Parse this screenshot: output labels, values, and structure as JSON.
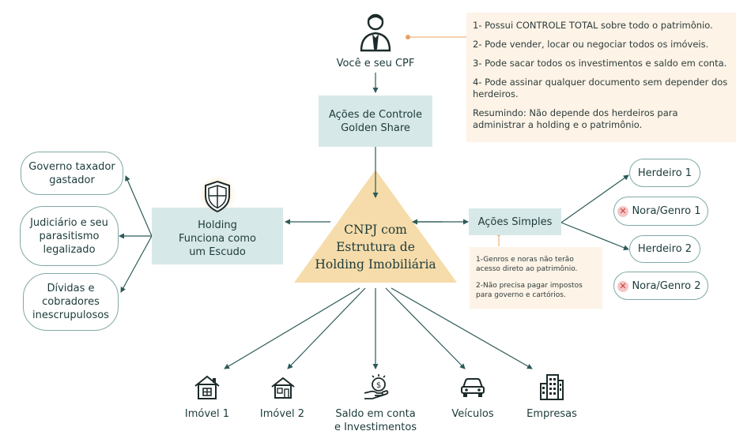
{
  "person": {
    "label": "Você e seu CPF",
    "icon": "user-icon"
  },
  "control_box": {
    "line1": "Ações de Controle",
    "line2": "Golden Share"
  },
  "control_note": {
    "items": [
      "1- Possui CONTROLE TOTAL sobre todo o patrimônio.",
      "2- Pode vender, locar ou negociar todos os imóveis.",
      "3- Pode sacar todos os investimentos e saldo em conta.",
      "4- Pode assinar qualquer documento sem depender dos herdeiros."
    ],
    "summary": "Resumindo: Não depende dos herdeiros para administrar a holding e o patrimônio."
  },
  "center": {
    "line1": "CNPJ com",
    "line2": "Estrutura de",
    "line3": "Holding Imobiliária"
  },
  "shield_box": {
    "line1": "Holding",
    "line2": "Funciona como",
    "line3": "um Escudo",
    "icon": "shield-icon"
  },
  "threats": [
    {
      "line1": "Governo taxador",
      "line2": "gastador"
    },
    {
      "line1": "Judiciário e seu",
      "line2": "parasitismo",
      "line3": "legalizado"
    },
    {
      "line1": "Dívidas e",
      "line2": "cobradores",
      "line3": "inescrupulosos"
    }
  ],
  "simple_box": {
    "label": "Ações Simples"
  },
  "simple_note": {
    "items": [
      "1-Genros e noras não terão acesso direto ao patrimônio.",
      "2-Não precisa pagar impostos para governo e cartórios."
    ]
  },
  "heirs": [
    {
      "label": "Herdeiro 1",
      "excluded": false
    },
    {
      "label": "Nora/Genro 1",
      "excluded": true
    },
    {
      "label": "Herdeiro 2",
      "excluded": false
    },
    {
      "label": "Nora/Genro 2",
      "excluded": true
    }
  ],
  "assets": [
    {
      "line1": "Imóvel 1",
      "icon": "house-icon"
    },
    {
      "line1": "Imóvel 2",
      "icon": "house-icon"
    },
    {
      "line1": "Saldo em conta",
      "line2": "e Investimentos",
      "icon": "money-hand-icon"
    },
    {
      "line1": "Veículos",
      "icon": "car-icon"
    },
    {
      "line1": "Empresas",
      "icon": "buildings-icon"
    }
  ],
  "colors": {
    "teal_box": "#d7e8e8",
    "triangle": "#f6dcaa",
    "note_bg": "#fdf3e6",
    "arrow": "#2c5a57",
    "orange_accent": "#e9a25f"
  }
}
